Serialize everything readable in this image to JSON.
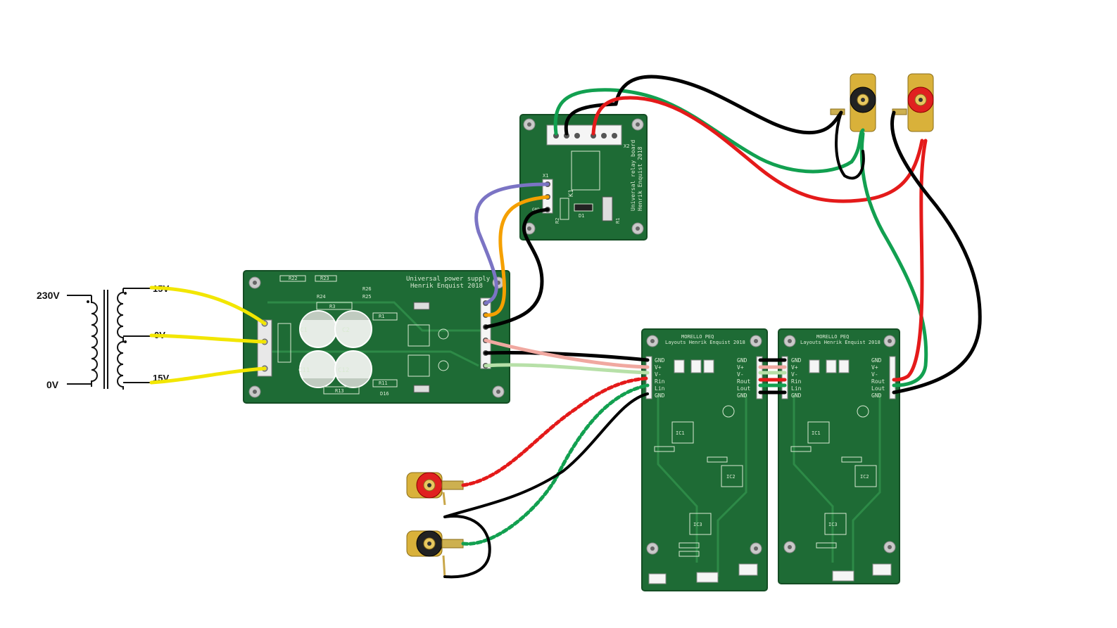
{
  "colors": {
    "pcb": "#1e6b35",
    "pcb_dark": "#144d24",
    "wire_yellow": "#f2e600",
    "wire_purple": "#7b74c4",
    "wire_orange": "#f5a000",
    "wire_black": "#000000",
    "wire_pink": "#f0a8a0",
    "wire_lightgreen": "#b7e0a8",
    "wire_red": "#e41a1a",
    "wire_green": "#12a050"
  },
  "transformer": {
    "primary_label": "230V",
    "zero_label": "0V",
    "sec_top": "15V",
    "sec_mid": "0V",
    "sec_bot": "15V"
  },
  "psu": {
    "title_line1": "Universal power supply",
    "title_line2": "Henrik Enquist 2018",
    "caps": [
      "C1",
      "C2",
      "C11",
      "C12"
    ],
    "resistors": [
      "R22",
      "R23",
      "R24",
      "R25",
      "R26",
      "R1",
      "R3",
      "R13",
      "R11",
      "D16"
    ]
  },
  "relay": {
    "title_line1": "Universal relay board",
    "title_line2": "Henrik Enquist 2018",
    "labels": [
      "K1",
      "R1",
      "R2",
      "D1",
      "X1",
      "X2",
      "GND"
    ]
  },
  "peq_left": {
    "title_line1": "MORELLO PEQ",
    "title_line2": "Layouts Henrik Enquist 2018",
    "left_pins": [
      "GND",
      "V+",
      "V-",
      "Rin",
      "Lin",
      "GND"
    ],
    "right_pins": [
      "GND",
      "V+",
      "V-",
      "Rout",
      "Lout",
      "GND"
    ],
    "ics": [
      "IC1",
      "IC2",
      "IC3"
    ]
  },
  "peq_right": {
    "title_line1": "MORELLO PEQ",
    "title_line2": "Layouts Henrik Enquist 2018",
    "left_pins": [
      "GND",
      "V+",
      "V-",
      "Rin",
      "Lin",
      "GND"
    ],
    "right_pins": [
      "GND",
      "V+",
      "V-",
      "Rout",
      "Lout",
      "GND"
    ],
    "ics": [
      "IC1",
      "IC2",
      "IC3"
    ]
  }
}
